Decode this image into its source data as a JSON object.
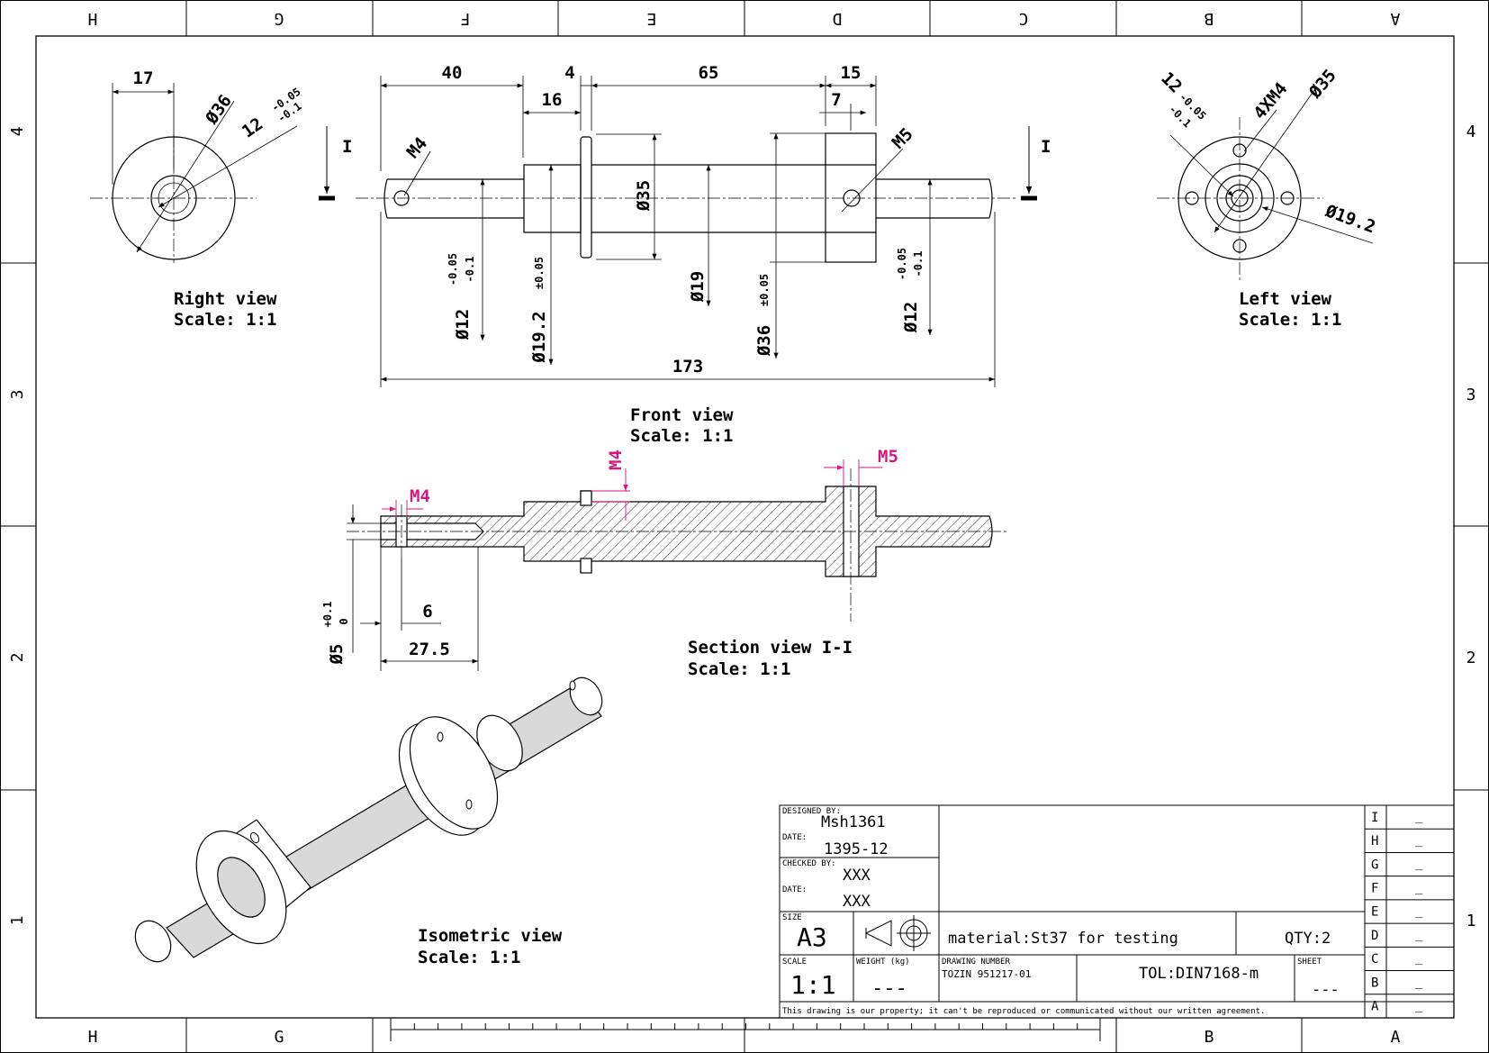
{
  "border": {
    "zones_top": [
      "H",
      "G",
      "F",
      "E",
      "D",
      "C",
      "B",
      "A"
    ],
    "zones_bottom": [
      "H",
      "G",
      "B",
      "A"
    ],
    "zones_side": [
      "4",
      "3",
      "2",
      "1"
    ]
  },
  "views": {
    "right": {
      "title": "Right view",
      "scale": "Scale:  1:1",
      "dims": {
        "width": "17",
        "dia": "Ø36",
        "thread": "12",
        "tol_up": "-0.05",
        "tol_lo": "-0.1"
      }
    },
    "front": {
      "title": "Front view",
      "scale": "Scale:  1:1",
      "dims": {
        "d40": "40",
        "d4": "4",
        "d65": "65",
        "d15": "15",
        "d16": "16",
        "d7": "7",
        "d173": "173",
        "m4": "M4",
        "m5": "M5",
        "section_mark": "I",
        "phi35": "Ø35",
        "phi19": "Ø19",
        "phi12_left": "Ø12",
        "tol12_up": "-0.05",
        "tol12_lo": "-0.1",
        "phi19_2": "Ø19.2",
        "tol19_2": "±0.05",
        "phi36": "Ø36",
        "tol36": "±0.05",
        "phi12_right": "Ø12",
        "tol12r_up": "-0.05",
        "tol12r_lo": "-0.1"
      }
    },
    "left": {
      "title": "Left view",
      "scale": "Scale:  1:1",
      "dims": {
        "thread": "12",
        "tol_up": "-0.05",
        "tol_lo": "-0.1",
        "holes": "4XM4",
        "dia35": "Ø35",
        "dia19": "Ø19.2"
      }
    },
    "section": {
      "title": "Section view I-I",
      "scale": "Scale:  1:1",
      "dims": {
        "m4_a": "M4",
        "m4_b": "M4",
        "m5": "M5",
        "d6": "6",
        "d27": "27.5",
        "phi5": "Ø5",
        "tol5_up": "+0.1",
        "tol5_lo": "0"
      }
    },
    "iso": {
      "title": "Isometric view",
      "scale": "Scale:  1:1"
    }
  },
  "title_block": {
    "designed_by_label": "DESIGNED BY:",
    "designed_by": "Msh1361",
    "date_label": "DATE:",
    "date": "1395-12",
    "checked_by_label": "CHECKED BY:",
    "checked_by": "XXX",
    "date2_label": "DATE:",
    "date2": "XXX",
    "size_label": "SIZE",
    "size": "A3",
    "material": "material:St37 for testing",
    "qty": "QTY:2",
    "scale_label": "SCALE",
    "scale": "1:1",
    "weight_label": "WEIGHT (kg)",
    "weight": "---",
    "drawing_number_label": "DRAWING NUMBER",
    "drawing_number": "TOZIN 951217-01",
    "tolerance": "TOL:DIN7168-m",
    "sheet_label": "SHEET",
    "sheet": "---",
    "footer": "This drawing is our property; it can't be reproduced or communicated without our written agreement.",
    "revisions": [
      {
        "letter": "I",
        "value": "_"
      },
      {
        "letter": "H",
        "value": "_"
      },
      {
        "letter": "G",
        "value": "_"
      },
      {
        "letter": "F",
        "value": "_"
      },
      {
        "letter": "E",
        "value": "_"
      },
      {
        "letter": "D",
        "value": "_"
      },
      {
        "letter": "C",
        "value": "_"
      },
      {
        "letter": "B",
        "value": "_"
      },
      {
        "letter": "A",
        "value": "_"
      }
    ]
  },
  "colors": {
    "line": "#000000",
    "highlight": "#d6177d",
    "iso_fill": "#d9d9d9"
  }
}
